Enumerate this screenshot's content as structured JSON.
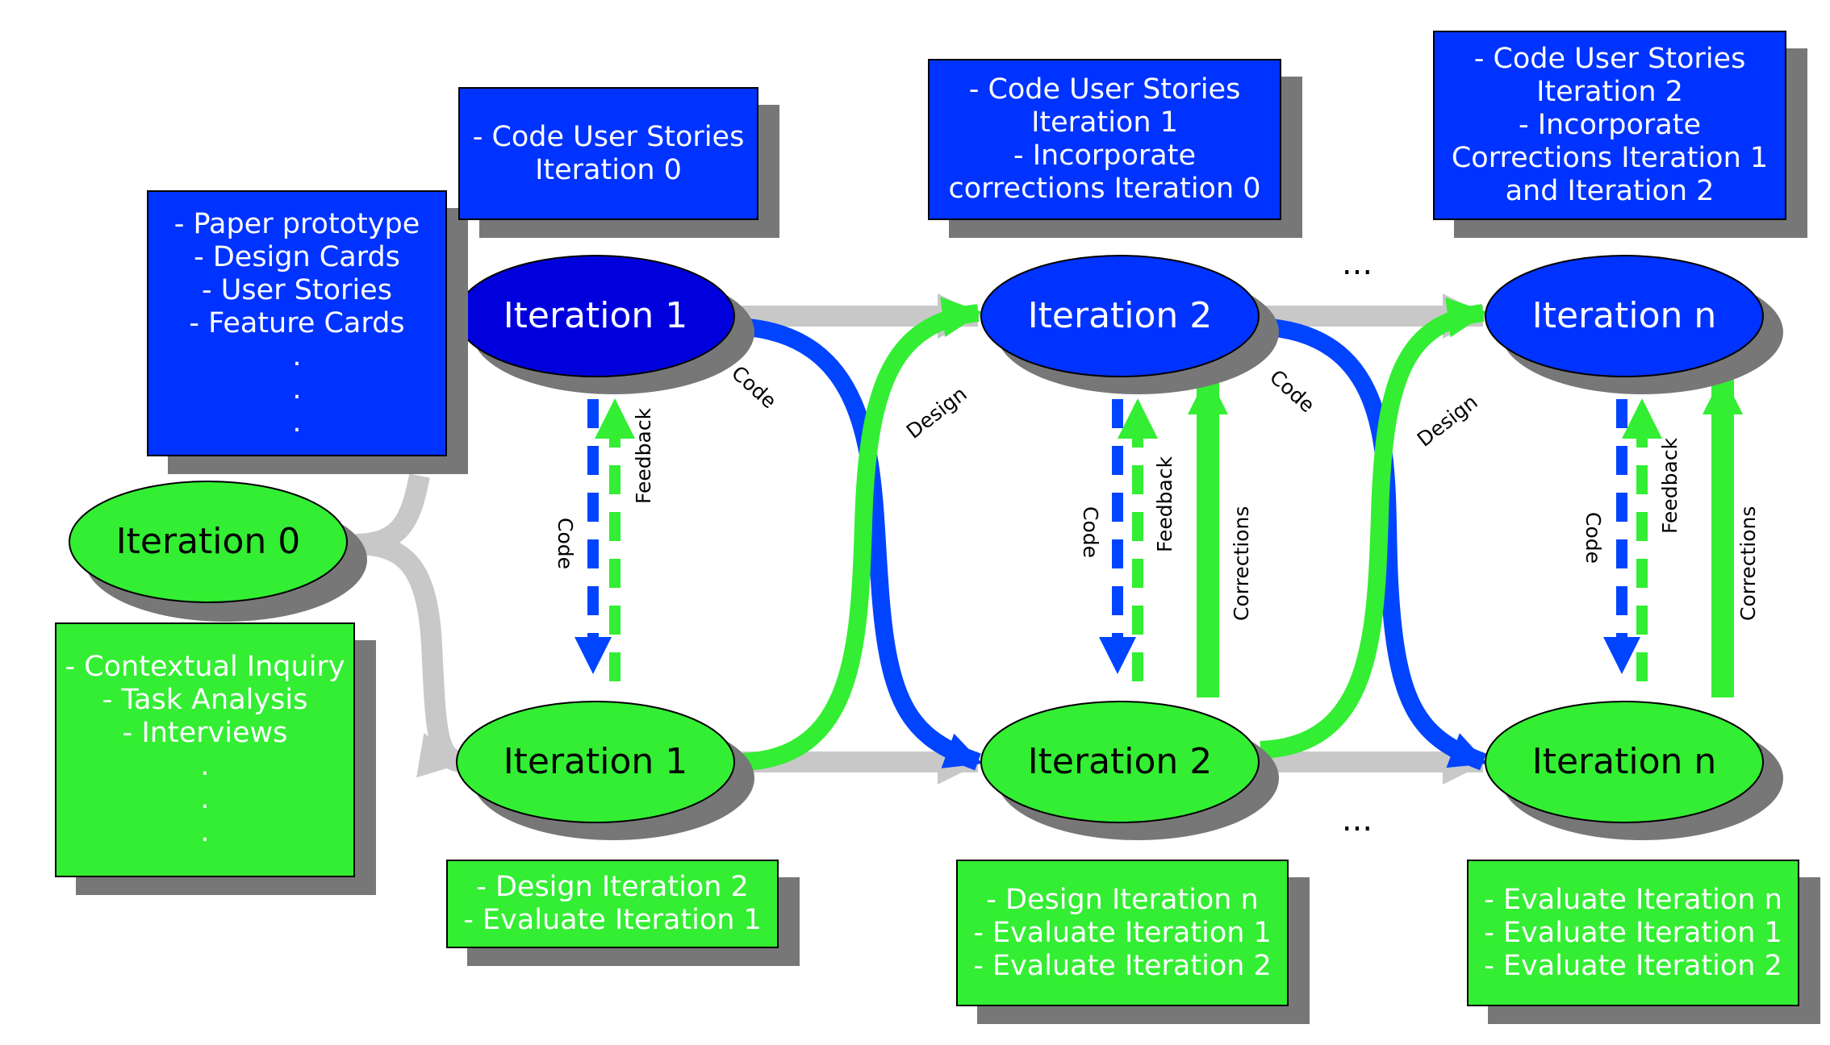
{
  "colors": {
    "blue_node": "#0033ff",
    "dark_blue_node": "#0000dd",
    "green_node": "#33ee33",
    "flow_gray": "#c8c8c8",
    "code_blue": "#0044ff",
    "design_green": "#33ee33",
    "shadow": "#777777"
  },
  "nodes": {
    "iteration0": "Iteration 0",
    "top1": "Iteration 1",
    "top2": "Iteration 2",
    "topn": "Iteration n",
    "bottom1": "Iteration 1",
    "bottom2": "Iteration 2",
    "bottomn": "Iteration n"
  },
  "boxes": {
    "paper_prototype": [
      "- Paper prototype",
      "- Design Cards",
      "- User Stories",
      "- Feature Cards",
      ".",
      ".",
      "."
    ],
    "contextual_inquiry": [
      "- Contextual Inquiry",
      "- Task Analysis",
      "- Interviews",
      ".",
      ".",
      "."
    ],
    "code_iter0": [
      "- Code User Stories",
      "Iteration 0"
    ],
    "code_iter1": [
      "- Code User Stories",
      "Iteration 1",
      "- Incorporate",
      "corrections Iteration 0"
    ],
    "code_iter2": [
      "- Code User Stories",
      "Iteration 2",
      "- Incorporate",
      "Corrections Iteration 1",
      "and Iteration 2"
    ],
    "design_iter2": [
      "- Design Iteration 2",
      "- Evaluate Iteration 1"
    ],
    "design_itern": [
      "- Design Iteration n",
      "- Evaluate Iteration 1",
      "- Evaluate Iteration 2"
    ],
    "evaluate_itern": [
      "- Evaluate Iteration n",
      "- Evaluate Iteration 1",
      "- Evaluate Iteration 2"
    ]
  },
  "labels": {
    "code": "Code",
    "design": "Design",
    "feedback": "Feedback",
    "corrections": "Corrections",
    "ellipsis": "..."
  }
}
